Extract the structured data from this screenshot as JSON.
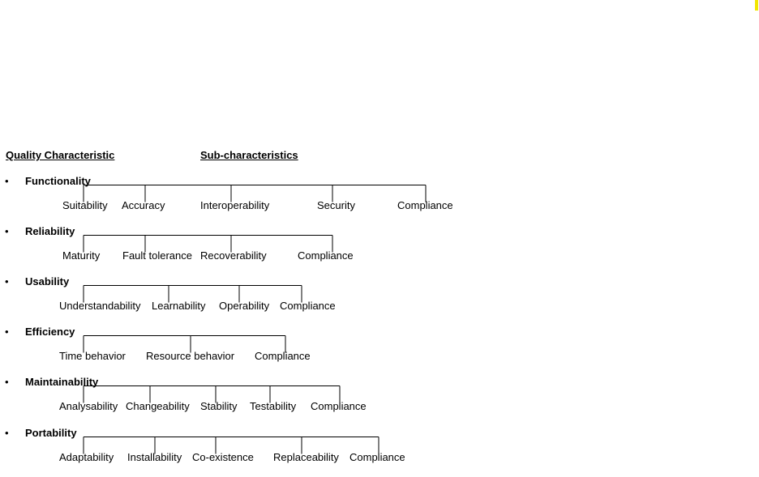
{
  "headers": {
    "characteristic": "Quality Characteristic",
    "subcharacteristics": "Sub-characteristics"
  },
  "bullet": "•",
  "marker_color": "#f2e600",
  "categories": [
    {
      "name": "Functionality",
      "subs": [
        "Suitability",
        "Accuracy",
        "Interoperability",
        "Security",
        "Compliance"
      ]
    },
    {
      "name": "Reliability",
      "subs": [
        "Maturity",
        "Fault tolerance",
        "Recoverability",
        "Compliance"
      ]
    },
    {
      "name": "Usability",
      "subs": [
        "Understandability",
        "Learnability",
        "Operability",
        "Compliance"
      ]
    },
    {
      "name": "Efficiency",
      "subs": [
        "Time behavior",
        "Resource behavior",
        "Compliance"
      ]
    },
    {
      "name": "Maintainability",
      "subs": [
        "Analysability",
        "Changeability",
        "Stability",
        "Testability",
        "Compliance"
      ]
    },
    {
      "name": "Portability",
      "subs": [
        "Adaptability",
        "Installability",
        "Co-existence",
        "Replaceability",
        "Compliance"
      ]
    }
  ]
}
